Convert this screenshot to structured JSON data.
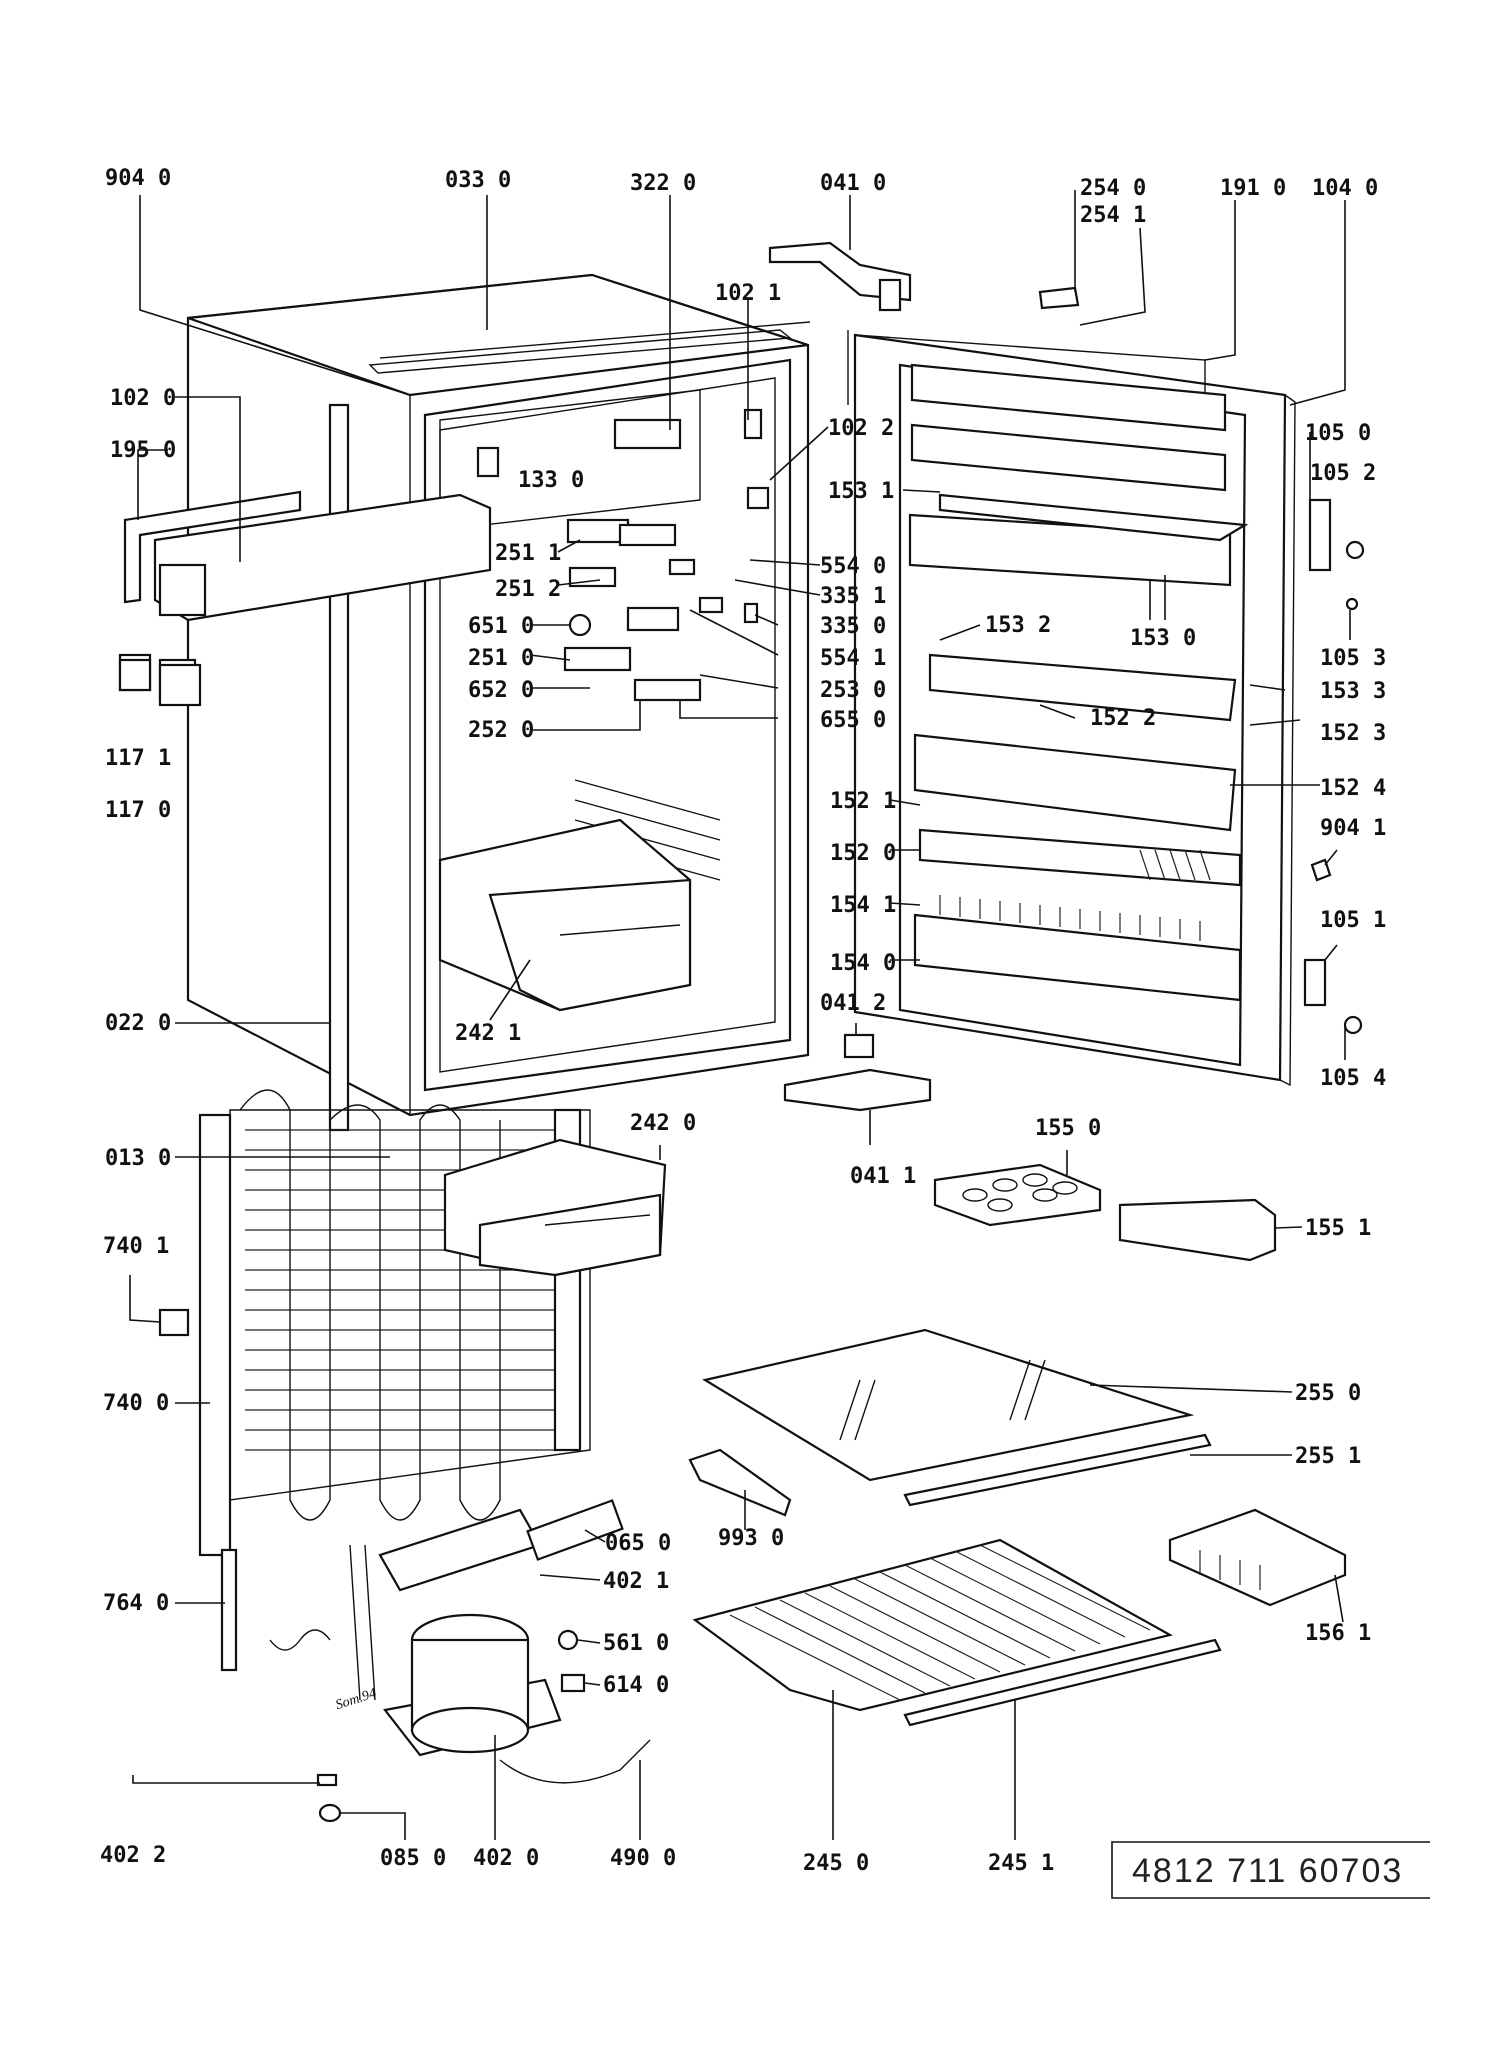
{
  "reference_number": "4812 711 60703",
  "signature_text": "Som.94",
  "labels": {
    "l9040": "904 0",
    "l0330": "033 0",
    "l3220": "322 0",
    "l0410": "041 0",
    "l2540": "254 0",
    "l2541": "254 1",
    "l1910": "191 0",
    "l1040": "104 0",
    "l1021": "102 1",
    "l1020": "102 0",
    "l1950": "195 0",
    "l1022": "102 2",
    "l1050": "105 0",
    "l1052": "105 2",
    "l1330": "133 0",
    "l1531": "153 1",
    "l2511": "251 1",
    "l5540": "554 0",
    "l2512": "251 2",
    "l3351": "335 1",
    "l6510": "651 0",
    "l3350": "335 0",
    "l2510": "251 0",
    "l5541": "554 1",
    "l6520": "652 0",
    "l2530": "253 0",
    "l2520": "252 0",
    "l6550": "655 0",
    "l1171": "117 1",
    "l1170": "117 0",
    "l1532": "153 2",
    "l1530": "153 0",
    "l1053": "105 3",
    "l1533": "153 3",
    "l1522": "152 2",
    "l1523": "152 3",
    "l1524": "152 4",
    "l1521": "152 1",
    "l9041": "904 1",
    "l1520": "152 0",
    "l1541": "154 1",
    "l1051": "105 1",
    "l1540": "154 0",
    "l2421": "242 1",
    "l0220": "022 0",
    "l0412": "041 2",
    "l1054": "105 4",
    "l2420": "242 0",
    "l1550": "155 0",
    "l0130": "013 0",
    "l0411": "041 1",
    "l1551": "155 1",
    "l7401": "740 1",
    "l7400": "740 0",
    "l2550": "255 0",
    "l2551": "255 1",
    "l0650": "065 0",
    "l9930": "993 0",
    "l4021": "402 1",
    "l7640": "764 0",
    "l1561": "156 1",
    "l5610": "561 0",
    "l6140": "614 0",
    "l4022": "402 2",
    "l0850": "085 0",
    "l4020": "402 0",
    "l4900": "490 0",
    "l2450": "245 0",
    "l2451": "245 1"
  }
}
